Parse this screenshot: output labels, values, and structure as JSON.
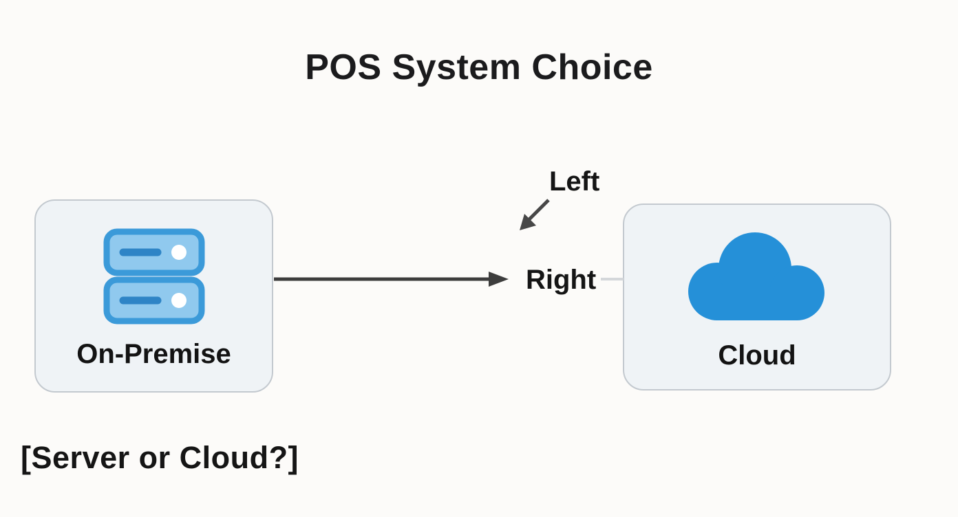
{
  "diagram": {
    "title": "POS System Choice",
    "caption": "[Server or Cloud?]",
    "nodes": [
      {
        "id": "on-premise",
        "label": "On-Premise",
        "icon": "server-icon"
      },
      {
        "id": "cloud",
        "label": "Cloud",
        "icon": "cloud-icon"
      }
    ],
    "edges": [
      {
        "from": "on-premise",
        "to": "cloud",
        "type": "arrow"
      }
    ],
    "edge_labels": [
      {
        "text": "Left",
        "attached_to": "diagonal-arrow"
      },
      {
        "text": "Right",
        "attached_to": "horizontal-arrow"
      }
    ],
    "colors": {
      "background": "#fcfbf9",
      "node_fill": "#eff3f6",
      "node_border": "#c3c9cf",
      "server_stroke": "#3b9ad9",
      "server_fill": "#90c9ee",
      "server_slot": "#2e84c6",
      "cloud_fill": "#2590d8",
      "arrow_dark": "#3d3d3d",
      "connector_light": "#d4d7da",
      "text": "#151515"
    }
  }
}
